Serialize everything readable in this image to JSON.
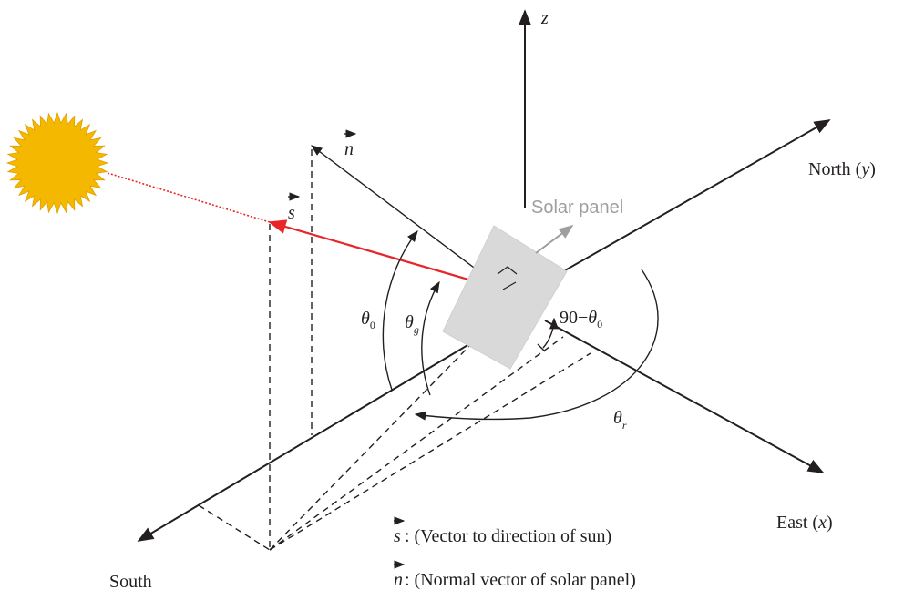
{
  "axes": {
    "z_label": "z",
    "north_label": "North (",
    "north_var": "y",
    "north_close": ")",
    "east_label": "East (",
    "east_var": "x",
    "east_close": ")",
    "south_label": "South"
  },
  "vectors": {
    "n_symbol": "n",
    "s_symbol": "s"
  },
  "panel": {
    "label": "Solar panel",
    "color": "#d9d9d9",
    "label_color": "#9e9e9e"
  },
  "angles": {
    "theta": "θ",
    "sub_0": "0",
    "sub_g": "g",
    "sub_r": "r",
    "ninety_minus": "90−"
  },
  "legend": {
    "s_text": " : (Vector to direction of sun)",
    "n_text": " : (Normal vector of solar panel)"
  },
  "colors": {
    "sun": "#f5b800",
    "sun_ray": "#e8262a",
    "line": "#231f20"
  },
  "icons": [
    "sun-icon"
  ]
}
